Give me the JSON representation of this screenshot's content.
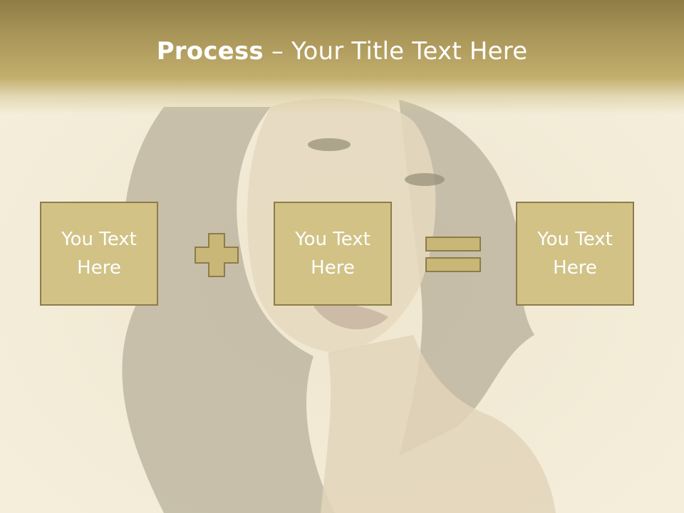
{
  "slide": {
    "title_bold": "Process",
    "title_rest": " – Your Title Text Here"
  },
  "process": {
    "boxes": [
      {
        "text": "You Text\nHere"
      },
      {
        "text": "You Text\nHere"
      },
      {
        "text": "You Text\nHere"
      }
    ],
    "operators": [
      "plus",
      "equals"
    ]
  },
  "colors": {
    "header": "#a89558",
    "box_fill": "#d2c286",
    "box_border": "#8e7c4a",
    "text": "#ffffff",
    "background": "#f1ead3"
  }
}
